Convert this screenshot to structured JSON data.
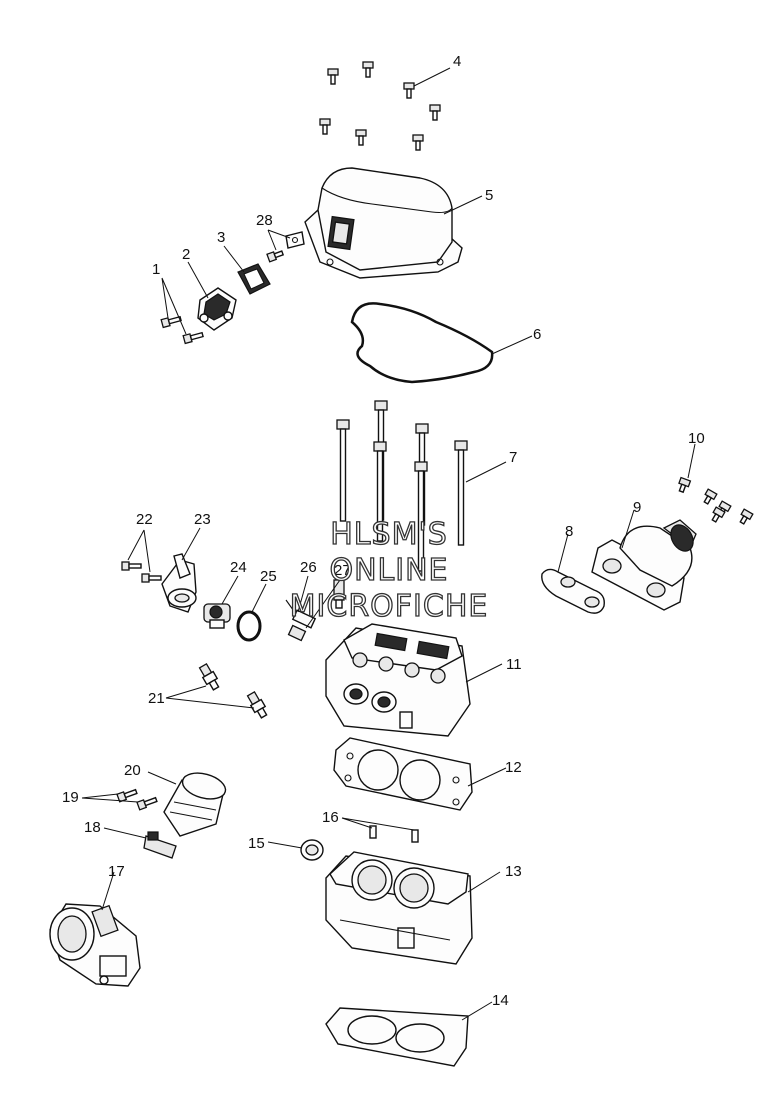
{
  "watermark": {
    "line1": "HLSM'S",
    "line2": "ONLINE",
    "line3": "MICROFICHE"
  },
  "callouts": [
    {
      "id": "1",
      "label": "1"
    },
    {
      "id": "2",
      "label": "2"
    },
    {
      "id": "3",
      "label": "3"
    },
    {
      "id": "4",
      "label": "4"
    },
    {
      "id": "5",
      "label": "5"
    },
    {
      "id": "6",
      "label": "6"
    },
    {
      "id": "7",
      "label": "7"
    },
    {
      "id": "8",
      "label": "8"
    },
    {
      "id": "9",
      "label": "9"
    },
    {
      "id": "10",
      "label": "10"
    },
    {
      "id": "11",
      "label": "11"
    },
    {
      "id": "12",
      "label": "12"
    },
    {
      "id": "13",
      "label": "13"
    },
    {
      "id": "14",
      "label": "14"
    },
    {
      "id": "15",
      "label": "15"
    },
    {
      "id": "16",
      "label": "16"
    },
    {
      "id": "17",
      "label": "17"
    },
    {
      "id": "18",
      "label": "18"
    },
    {
      "id": "19",
      "label": "19"
    },
    {
      "id": "20",
      "label": "20"
    },
    {
      "id": "21",
      "label": "21"
    },
    {
      "id": "22",
      "label": "22"
    },
    {
      "id": "23",
      "label": "23"
    },
    {
      "id": "24",
      "label": "24"
    },
    {
      "id": "25",
      "label": "25"
    },
    {
      "id": "26",
      "label": "26"
    },
    {
      "id": "27",
      "label": "27"
    },
    {
      "id": "28",
      "label": "28"
    }
  ]
}
